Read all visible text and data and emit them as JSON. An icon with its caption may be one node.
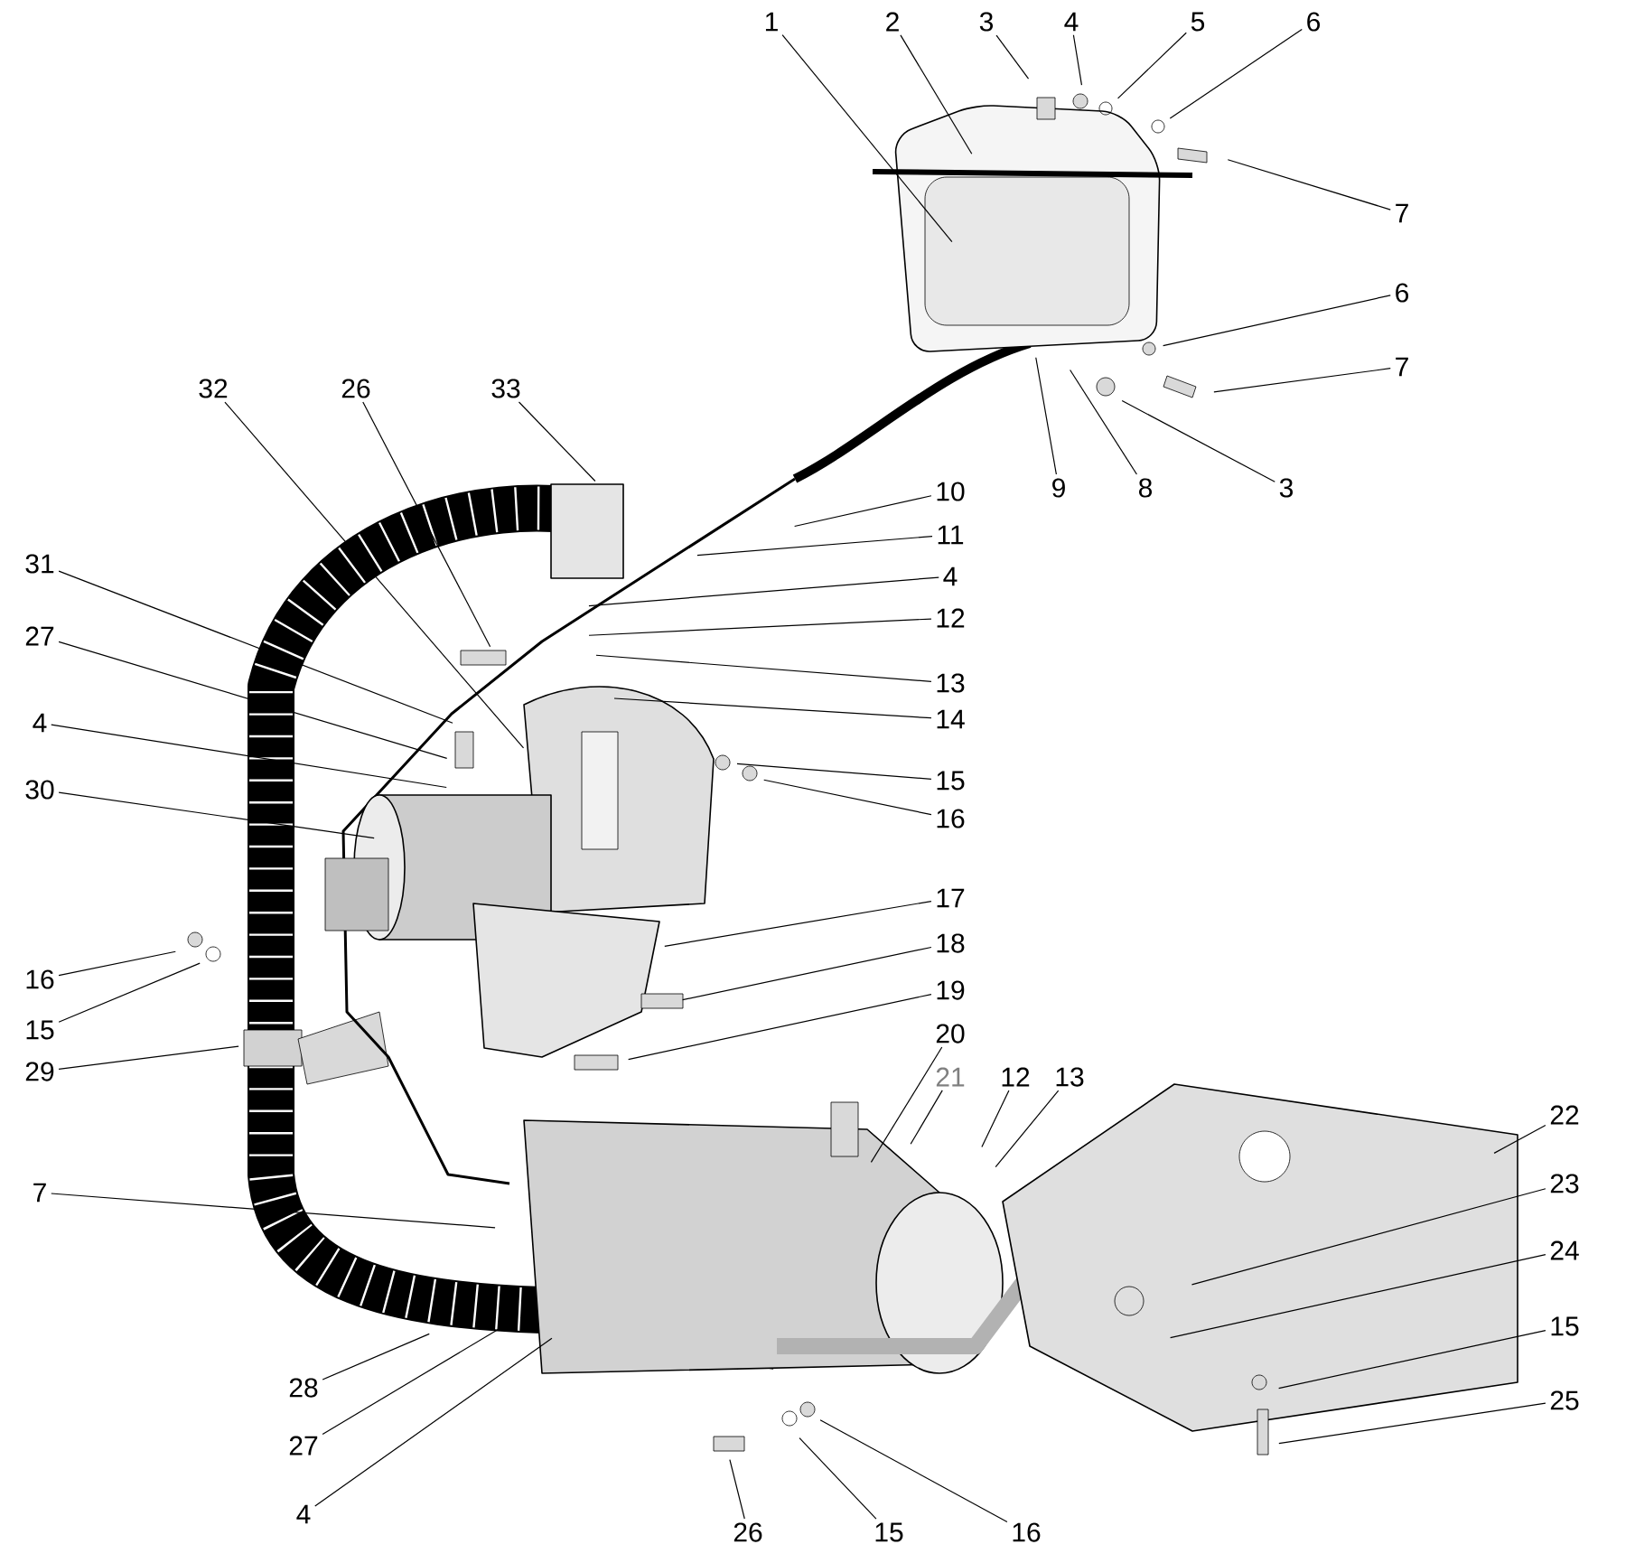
{
  "diagram": {
    "nodes": [
      {
        "text": [
          "1"
        ]
      },
      {
        "text": [
          "2"
        ]
      },
      {
        "text": [
          "3"
        ]
      },
      {
        "text": [
          "4"
        ]
      },
      {
        "text": [
          "5"
        ]
      },
      {
        "text": [
          "6"
        ]
      },
      {
        "text": [
          "7"
        ]
      },
      {
        "text": [
          "6"
        ]
      },
      {
        "text": [
          "7"
        ]
      },
      {
        "text": [
          "3"
        ]
      },
      {
        "text": [
          "8"
        ]
      },
      {
        "text": [
          "9"
        ]
      },
      {
        "text": [
          "33"
        ]
      },
      {
        "text": [
          "26"
        ]
      },
      {
        "text": [
          "32"
        ]
      },
      {
        "text": [
          "10"
        ]
      },
      {
        "text": [
          "11"
        ]
      },
      {
        "text": [
          "4"
        ]
      },
      {
        "text": [
          "12"
        ]
      },
      {
        "text": [
          "13"
        ]
      },
      {
        "text": [
          "14"
        ]
      },
      {
        "text": [
          "31"
        ]
      },
      {
        "text": [
          "27"
        ]
      },
      {
        "text": [
          "4"
        ]
      },
      {
        "text": [
          "15"
        ]
      },
      {
        "text": [
          "30"
        ]
      },
      {
        "text": [
          "16"
        ]
      },
      {
        "text": [
          "17"
        ]
      },
      {
        "text": [
          "18"
        ]
      },
      {
        "text": [
          "16"
        ]
      },
      {
        "text": [
          "15"
        ]
      },
      {
        "text": [
          "19"
        ]
      },
      {
        "text": [
          "29"
        ]
      },
      {
        "text": [
          "20"
        ]
      },
      {
        "text": [
          "21"
        ]
      },
      {
        "text": [
          "12"
        ]
      },
      {
        "text": [
          "13"
        ]
      },
      {
        "text": [
          "22"
        ]
      },
      {
        "text": [
          "7"
        ]
      },
      {
        "text": [
          "23"
        ]
      },
      {
        "text": [
          "24"
        ]
      },
      {
        "text": [
          "15"
        ]
      },
      {
        "text": [
          "28"
        ]
      },
      {
        "text": [
          "25"
        ]
      },
      {
        "text": [
          "27"
        ]
      },
      {
        "text": [
          "4"
        ]
      },
      {
        "text": [
          "26"
        ]
      },
      {
        "text": [
          "15"
        ]
      },
      {
        "text": [
          "16"
        ]
      }
    ],
    "edges": [
      {
        "from": 0,
        "to": null,
        "arrow": "none"
      },
      {
        "from": 1,
        "to": null,
        "arrow": "none"
      },
      {
        "from": 2,
        "to": null,
        "arrow": "none"
      },
      {
        "from": 3,
        "to": null,
        "arrow": "none"
      },
      {
        "from": 4,
        "to": null,
        "arrow": "none"
      },
      {
        "from": 5,
        "to": null,
        "arrow": "none"
      },
      {
        "from": 6,
        "to": null,
        "arrow": "none"
      },
      {
        "from": 7,
        "to": null,
        "arrow": "none"
      },
      {
        "from": 8,
        "to": null,
        "arrow": "none"
      },
      {
        "from": 9,
        "to": null,
        "arrow": "none"
      },
      {
        "from": 10,
        "to": null,
        "arrow": "none"
      },
      {
        "from": 11,
        "to": null,
        "arrow": "none"
      },
      {
        "from": 12,
        "to": null,
        "arrow": "none"
      },
      {
        "from": 13,
        "to": null,
        "arrow": "none"
      },
      {
        "from": 14,
        "to": null,
        "arrow": "none"
      },
      {
        "from": 15,
        "to": null,
        "arrow": "none"
      },
      {
        "from": 16,
        "to": null,
        "arrow": "none"
      },
      {
        "from": 17,
        "to": null,
        "arrow": "none"
      },
      {
        "from": 18,
        "to": null,
        "arrow": "none"
      },
      {
        "from": 19,
        "to": null,
        "arrow": "none"
      },
      {
        "from": 20,
        "to": null,
        "arrow": "none"
      },
      {
        "from": 21,
        "to": null,
        "arrow": "none"
      },
      {
        "from": 22,
        "to": null,
        "arrow": "none"
      },
      {
        "from": 23,
        "to": null,
        "arrow": "none"
      },
      {
        "from": 24,
        "to": null,
        "arrow": "none"
      },
      {
        "from": 25,
        "to": null,
        "arrow": "none"
      },
      {
        "from": 26,
        "to": null,
        "arrow": "none"
      },
      {
        "from": 27,
        "to": null,
        "arrow": "none"
      },
      {
        "from": 28,
        "to": null,
        "arrow": "none"
      },
      {
        "from": 29,
        "to": null,
        "arrow": "none"
      },
      {
        "from": 30,
        "to": null,
        "arrow": "none"
      },
      {
        "from": 31,
        "to": null,
        "arrow": "none"
      },
      {
        "from": 32,
        "to": null,
        "arrow": "none"
      },
      {
        "from": 33,
        "to": null,
        "arrow": "none"
      },
      {
        "from": 34,
        "to": null,
        "arrow": "none"
      },
      {
        "from": 35,
        "to": null,
        "arrow": "none"
      },
      {
        "from": 36,
        "to": null,
        "arrow": "none"
      },
      {
        "from": 37,
        "to": null,
        "arrow": "none"
      },
      {
        "from": 38,
        "to": null,
        "arrow": "none"
      },
      {
        "from": 39,
        "to": null,
        "arrow": "none"
      },
      {
        "from": 40,
        "to": null,
        "arrow": "none"
      },
      {
        "from": 41,
        "to": null,
        "arrow": "none"
      },
      {
        "from": 42,
        "to": null,
        "arrow": "none"
      },
      {
        "from": 43,
        "to": null,
        "arrow": "none"
      },
      {
        "from": 44,
        "to": null,
        "arrow": "none"
      },
      {
        "from": 45,
        "to": null,
        "arrow": "none"
      },
      {
        "from": 46,
        "to": null,
        "arrow": "none"
      },
      {
        "from": 47,
        "to": null,
        "arrow": "none"
      },
      {
        "from": 48,
        "to": null,
        "arrow": "none"
      }
    ]
  }
}
